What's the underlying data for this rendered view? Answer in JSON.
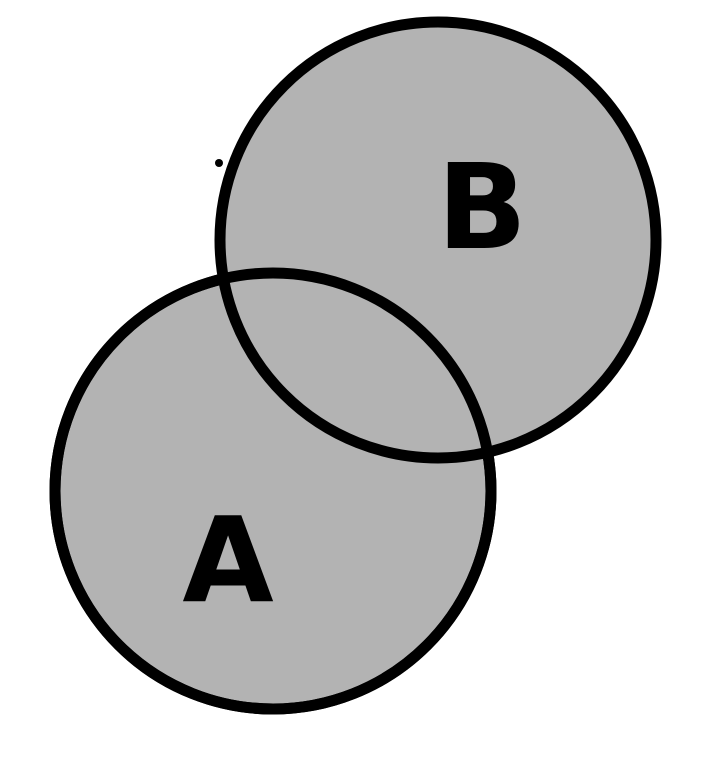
{
  "diagram": {
    "type": "venn",
    "sets": [
      {
        "id": "A",
        "label": "A"
      },
      {
        "id": "B",
        "label": "B"
      }
    ],
    "colors": {
      "fill": "#b3b3b3",
      "stroke": "#000000",
      "text": "#000000",
      "background": "#ffffff"
    }
  }
}
